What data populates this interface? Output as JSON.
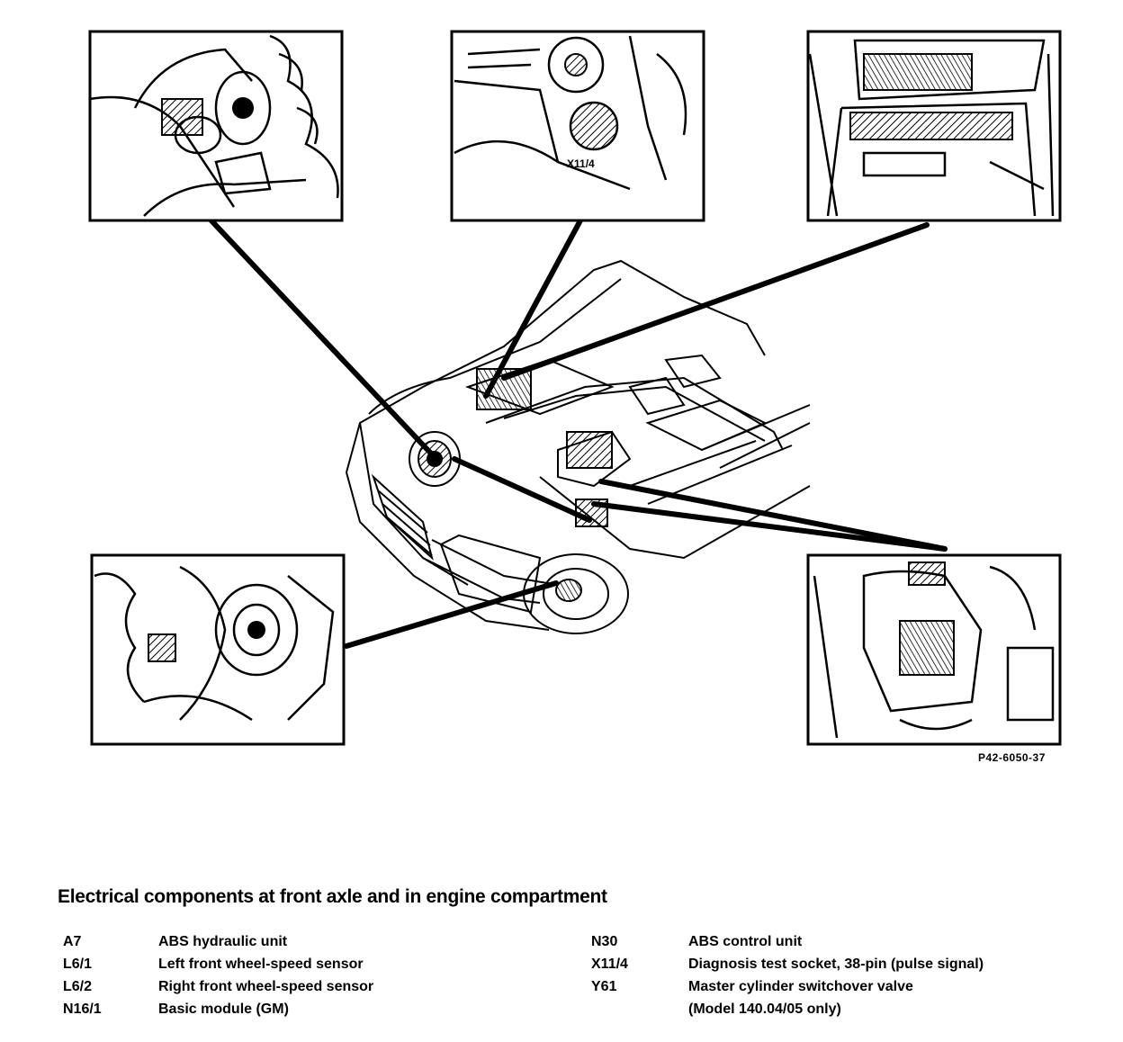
{
  "figure": {
    "caption": "Electrical components at front axle and in engine compartment",
    "figure_code": "P42-6050-37",
    "callouts": [
      {
        "name": "left-front-wheel-speed-sensor-detail"
      },
      {
        "name": "diagnosis-socket-detail",
        "label": "X11/4"
      },
      {
        "name": "basic-module-detail"
      },
      {
        "name": "right-front-wheel-speed-sensor-detail"
      },
      {
        "name": "abs-hydraulic-unit-detail"
      }
    ]
  },
  "legend": {
    "left": [
      {
        "code": "A7",
        "desc": "ABS hydraulic unit"
      },
      {
        "code": "L6/1",
        "desc": "Left front wheel-speed sensor"
      },
      {
        "code": "L6/2",
        "desc": "Right front wheel-speed sensor"
      },
      {
        "code": "N16/1",
        "desc": "Basic module (GM)"
      }
    ],
    "right": [
      {
        "code": "N30",
        "desc": "ABS control unit"
      },
      {
        "code": "X11/4",
        "desc": "Diagnosis test socket, 38-pin (pulse signal)"
      },
      {
        "code": "Y61",
        "desc": "Master cylinder switchover valve"
      },
      {
        "code": "",
        "desc": "(Model 140.04/05 only)"
      }
    ]
  }
}
